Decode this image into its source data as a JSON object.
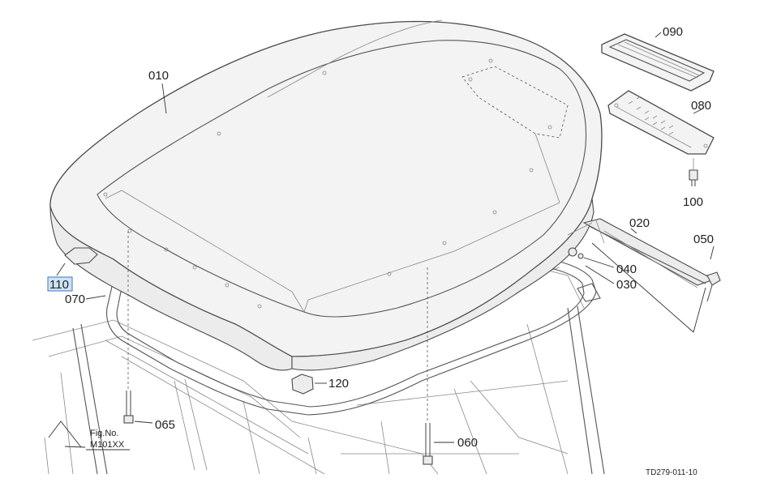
{
  "diagram": {
    "callouts": {
      "c010": "010",
      "c020": "020",
      "c030": "030",
      "c040": "040",
      "c050": "050",
      "c060": "060",
      "c065": "065",
      "c070": "070",
      "c080": "080",
      "c090": "090",
      "c100": "100",
      "c110": "110",
      "c120": "120"
    },
    "highlighted_callout": "110",
    "figure_ref": {
      "line1": "Fig.No.",
      "line2": "M101XX"
    },
    "drawing_id": "TD279-011-10"
  },
  "colors": {
    "highlight_fill": "#cfe3f7",
    "highlight_stroke": "#3a78c2",
    "line": "#4a4a4a"
  }
}
